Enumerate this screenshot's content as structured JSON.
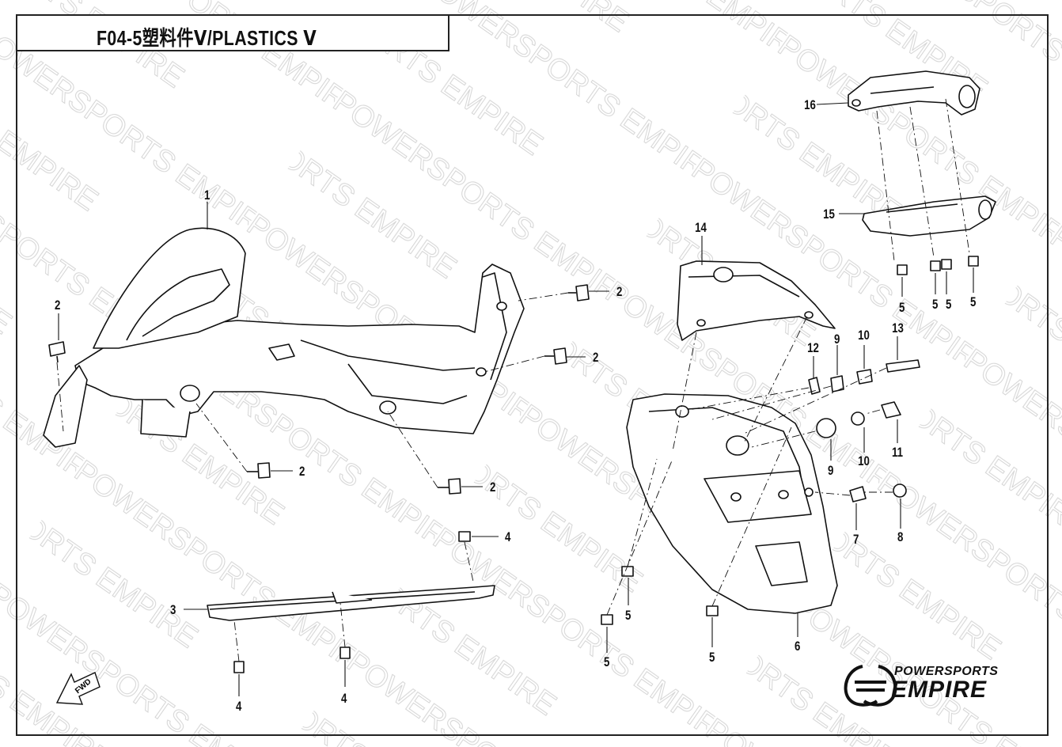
{
  "title": "F04-5塑料件Ⅴ/PLASTICS Ⅴ",
  "watermark": "POWERSPORTS EMPIRE",
  "logo": {
    "top": "POWERSPORTS",
    "main": "EMPIRE"
  },
  "fwd_label": "FWD",
  "callouts": {
    "c1": "1",
    "c2a": "2",
    "c2b": "2",
    "c2c": "2",
    "c2d": "2",
    "c2e": "2",
    "c3": "3",
    "c4a": "4",
    "c4b": "4",
    "c4c": "4",
    "c5a": "5",
    "c5b": "5",
    "c5c": "5",
    "c5d": "5",
    "c5e": "5",
    "c5f": "5",
    "c5g": "5",
    "c6": "6",
    "c7": "7",
    "c8": "8",
    "c9a": "9",
    "c9b": "9",
    "c10a": "10",
    "c10b": "10",
    "c11": "11",
    "c12": "12",
    "c13": "13",
    "c14": "14",
    "c15": "15",
    "c16": "16"
  }
}
